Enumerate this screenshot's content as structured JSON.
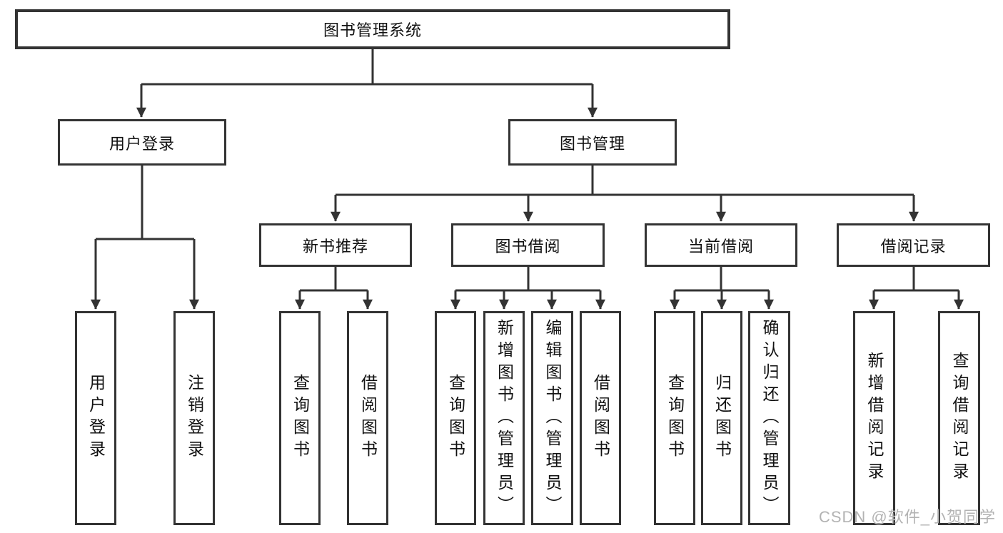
{
  "diagram_type": "hierarchy-org-chart",
  "colors": {
    "background": "#ffffff",
    "box_border": "#333333",
    "connector_line": "#333333",
    "text": "#111111",
    "watermark": "#b3b3b3"
  },
  "nodes": {
    "root": {
      "label": "图书管理系统"
    },
    "level2": {
      "user_login": {
        "label": "用户登录"
      },
      "book_management": {
        "label": "图书管理"
      }
    },
    "level3": {
      "new_book_recommend": {
        "label": "新书推荐"
      },
      "book_borrowing": {
        "label": "图书借阅"
      },
      "current_borrowing": {
        "label": "当前借阅"
      },
      "borrowing_records": {
        "label": "借阅记录"
      }
    },
    "leaves": {
      "user_login": {
        "login": "用户登录",
        "logout": "注销登录"
      },
      "new_book_recommend": {
        "query_books": "查询图书",
        "borrow_books": "借阅图书"
      },
      "book_borrowing": {
        "query_books": "查询图书",
        "add_books": "新增图书（管理员）",
        "edit_books": "编辑图书（管理员）",
        "borrow_books": "借阅图书"
      },
      "current_borrowing": {
        "query_books": "查询图书",
        "return_books": "归还图书",
        "confirm_return": "确认归还（管理员）"
      },
      "borrowing_records": {
        "add_record": "新增借阅记录",
        "query_record": "查询借阅记录"
      }
    }
  },
  "watermark": {
    "text": "CSDN @软件_小贺同学"
  }
}
